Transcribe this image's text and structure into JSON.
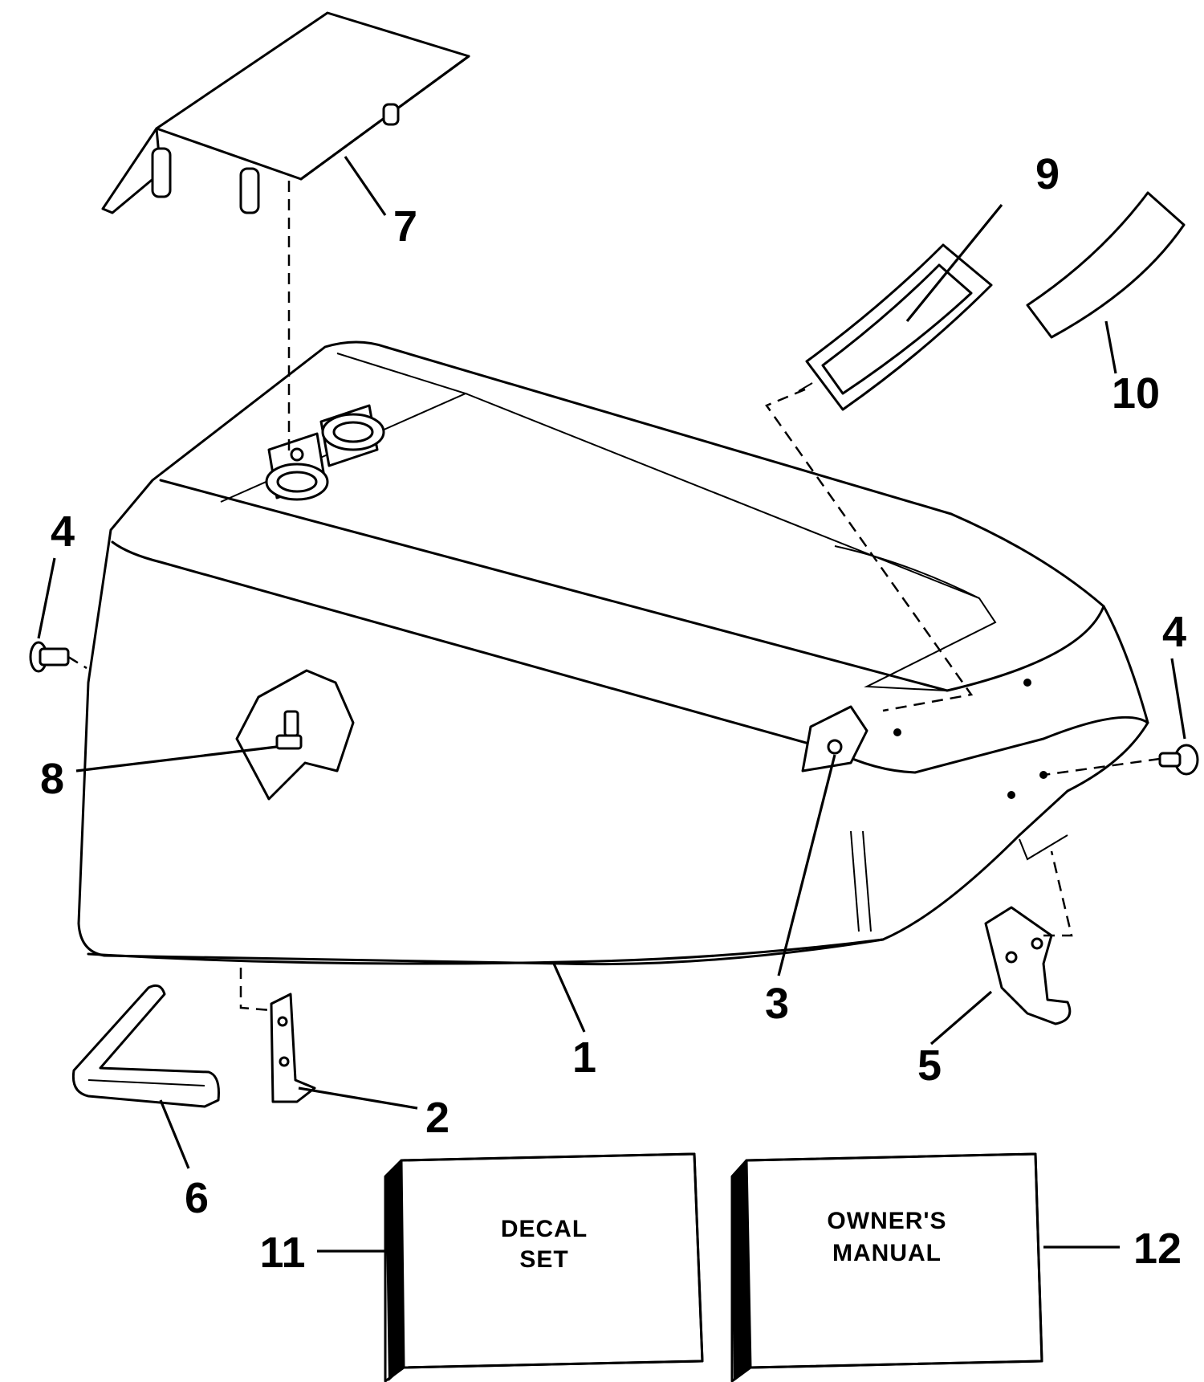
{
  "callouts": {
    "c1": "1",
    "c2": "2",
    "c3": "3",
    "c4_left": "4",
    "c4_right": "4",
    "c5": "5",
    "c6": "6",
    "c7": "7",
    "c8": "8",
    "c9": "9",
    "c10": "10",
    "c11": "11",
    "c12": "12"
  },
  "boxes": {
    "decal_line1": "DECAL",
    "decal_line2": "SET",
    "manual_line1": "OWNER'S",
    "manual_line2": "MANUAL"
  }
}
